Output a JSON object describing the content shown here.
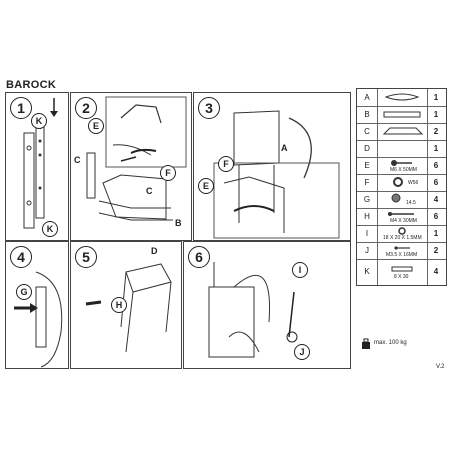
{
  "document": {
    "title": "BAROCK",
    "version": "V.2"
  },
  "steps": [
    {
      "number": "1",
      "labels": {
        "k_top": "K",
        "k_bottom": "K"
      }
    },
    {
      "number": "2",
      "labels": {
        "e": "E",
        "c_left": "C",
        "f": "F",
        "c_right": "C",
        "b": "B"
      }
    },
    {
      "number": "3",
      "labels": {
        "a": "A",
        "f": "F",
        "e": "E"
      }
    },
    {
      "number": "4",
      "labels": {
        "g": "G"
      }
    },
    {
      "number": "5",
      "labels": {
        "d": "D",
        "h": "H"
      }
    },
    {
      "number": "6",
      "labels": {
        "i": "I",
        "j": "J"
      }
    }
  ],
  "parts": [
    {
      "letter": "A",
      "qty": "1",
      "spec": ""
    },
    {
      "letter": "B",
      "qty": "1",
      "spec": ""
    },
    {
      "letter": "C",
      "qty": "2",
      "spec": ""
    },
    {
      "letter": "D",
      "qty": "1",
      "spec": ""
    },
    {
      "letter": "E",
      "qty": "6",
      "spec": "M6 X 50MM"
    },
    {
      "letter": "F",
      "qty": "6",
      "spec": "W56"
    },
    {
      "letter": "G",
      "qty": "4",
      "spec": "14.5"
    },
    {
      "letter": "H",
      "qty": "6",
      "spec": "M4 X 30MM"
    },
    {
      "letter": "I",
      "qty": "1",
      "spec": "18 X 20 X 1.5MM"
    },
    {
      "letter": "J",
      "qty": "2",
      "spec": "M3.5 X 16MM"
    },
    {
      "letter": "K",
      "qty": "4",
      "spec": "8 X 30"
    }
  ],
  "weight": {
    "label": "max. 100 kg"
  }
}
